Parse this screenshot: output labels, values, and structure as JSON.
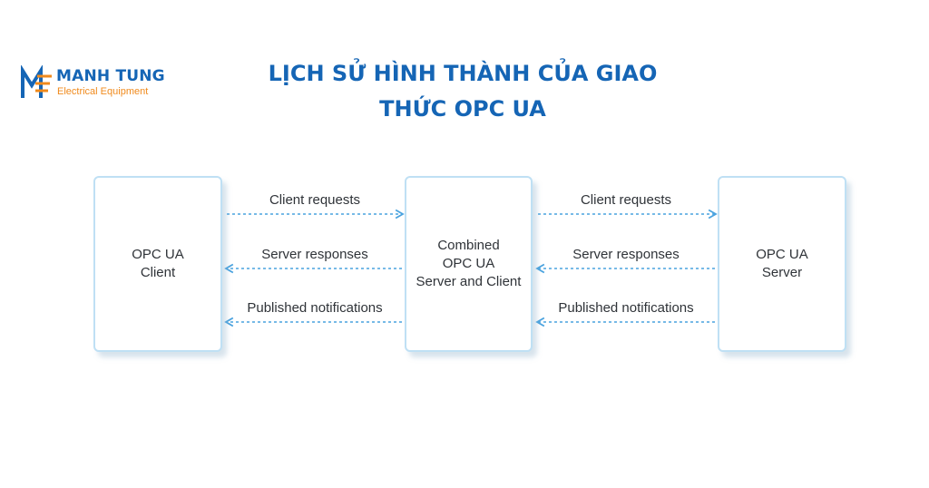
{
  "logo": {
    "brand": "MANH TUNG",
    "tagline": "Electrical Equipment",
    "colors": {
      "blue": "#1565b5",
      "orange": "#f08a1c"
    }
  },
  "title": {
    "line1": "LỊCH SỬ HÌNH THÀNH CỦA GIAO",
    "line2": "THỨC OPC UA"
  },
  "diagram": {
    "boxes": {
      "client": "OPC UA\nClient",
      "combined": "Combined\nOPC UA\nServer and Client",
      "server": "OPC UA\nServer"
    },
    "left_arrows": {
      "requests": "Client requests",
      "responses": "Server responses",
      "notifications": "Published notifications"
    },
    "right_arrows": {
      "requests": "Client requests",
      "responses": "Server responses",
      "notifications": "Published notifications"
    },
    "arrow_color": "#4aa3df",
    "box_border_color": "#bfe0f4"
  }
}
